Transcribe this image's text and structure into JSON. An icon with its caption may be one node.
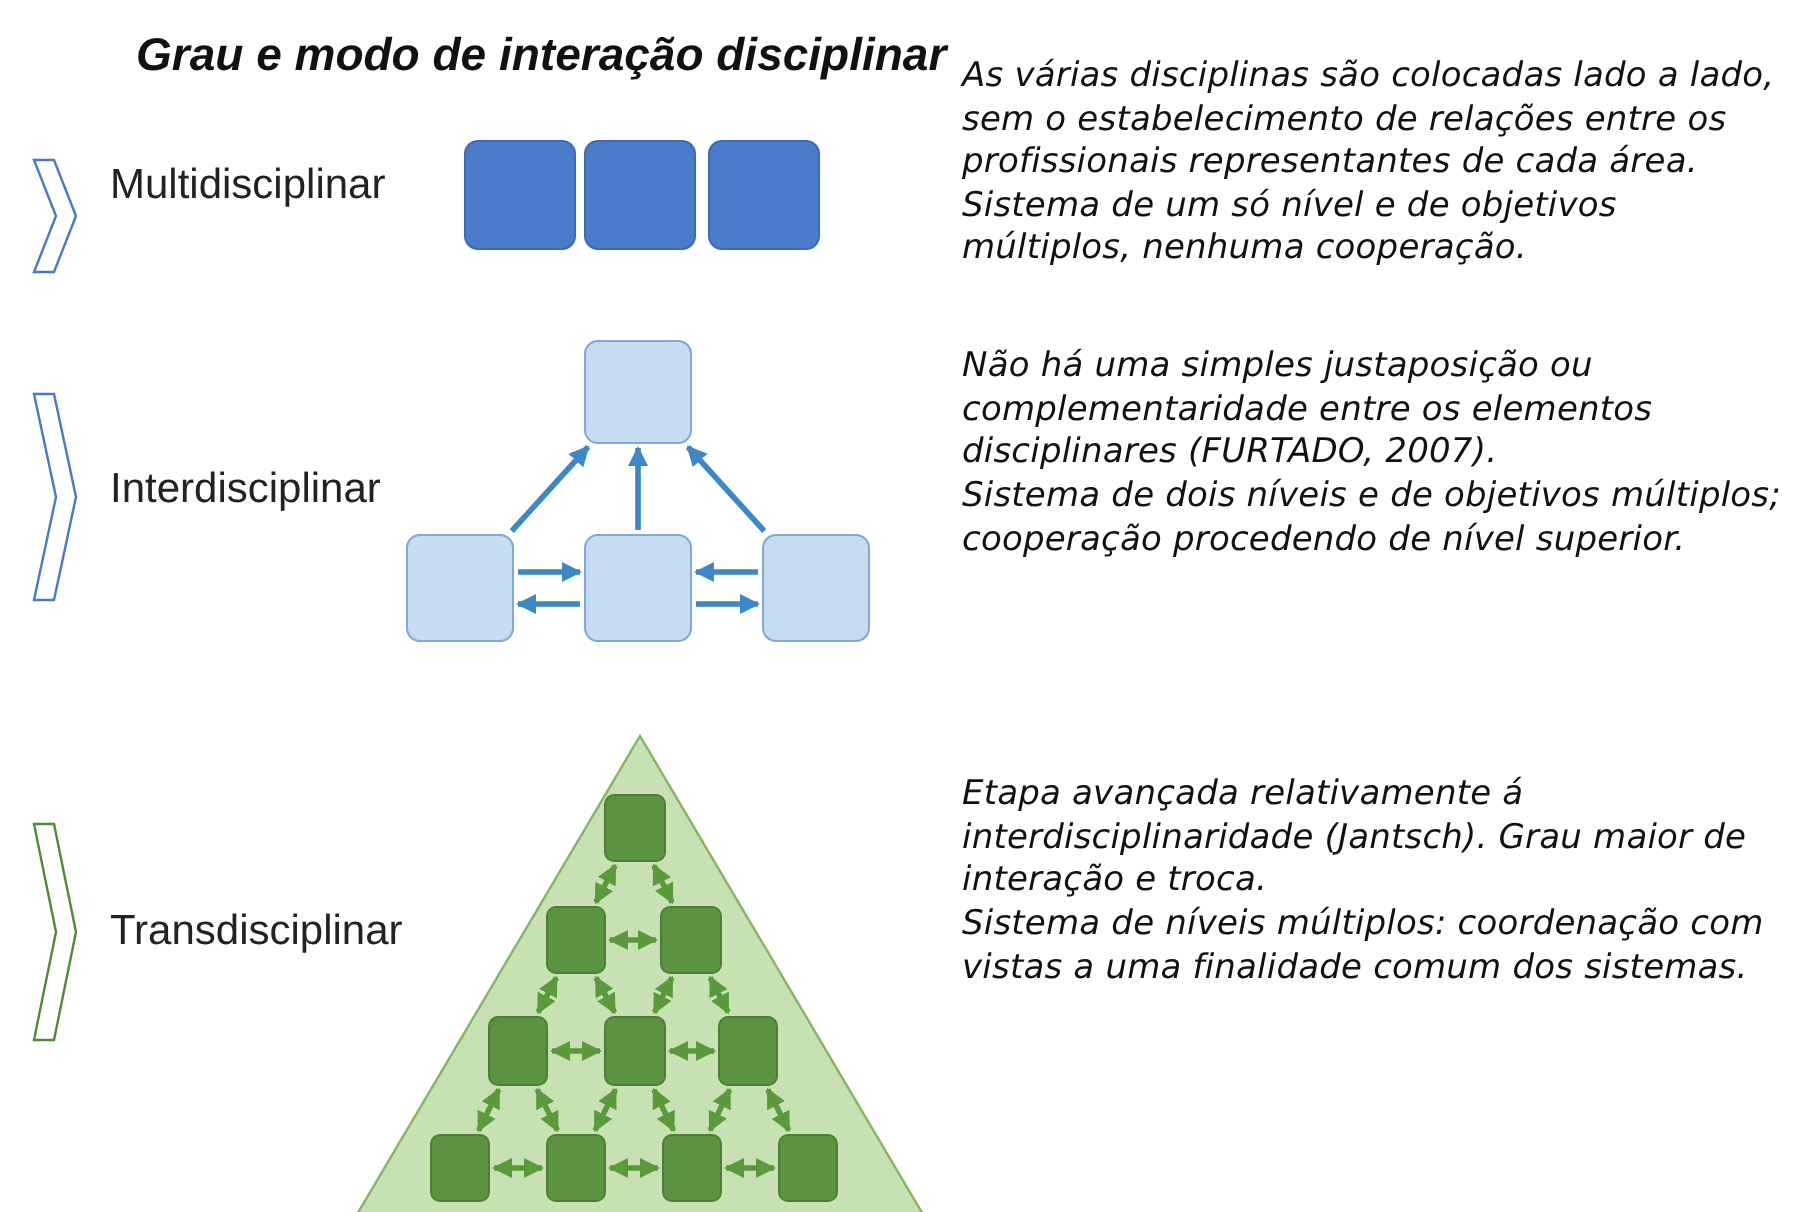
{
  "diagram": {
    "title": "Grau e modo de interação disciplinar",
    "nodes": [
      {
        "text": [],
        "shape": "box"
      },
      {
        "text": [],
        "shape": "box"
      },
      {
        "text": [],
        "shape": "box"
      },
      {
        "text": [],
        "shape": "box"
      },
      {
        "text": [],
        "shape": "box"
      },
      {
        "text": [],
        "shape": "box"
      },
      {
        "text": [],
        "shape": "box"
      },
      {
        "text": [],
        "shape": "triangle"
      },
      {
        "text": [],
        "shape": "box",
        "in": 7
      },
      {
        "text": [],
        "shape": "box",
        "in": 7
      },
      {
        "text": [],
        "shape": "box",
        "in": 7
      },
      {
        "text": [],
        "shape": "box",
        "in": 7
      },
      {
        "text": [],
        "shape": "box",
        "in": 7
      },
      {
        "text": [],
        "shape": "box",
        "in": 7
      },
      {
        "text": [],
        "shape": "box",
        "in": 7
      },
      {
        "text": [],
        "shape": "box",
        "in": 7
      },
      {
        "text": [],
        "shape": "box",
        "in": 7
      },
      {
        "text": [],
        "shape": "box",
        "in": 7
      }
    ],
    "edges": [
      {
        "from": 4,
        "to": 3,
        "arrow": "to",
        "color": "#3b87c8"
      },
      {
        "from": 5,
        "to": 3,
        "arrow": "to",
        "color": "#3b87c8"
      },
      {
        "from": 6,
        "to": 3,
        "arrow": "to",
        "color": "#3b87c8"
      },
      {
        "from": 4,
        "to": 5,
        "arrow": "to",
        "color": "#3b87c8"
      },
      {
        "from": 5,
        "to": 4,
        "arrow": "to",
        "color": "#3b87c8"
      },
      {
        "from": 6,
        "to": 5,
        "arrow": "to",
        "color": "#3b87c8"
      },
      {
        "from": 5,
        "to": 6,
        "arrow": "to",
        "color": "#3b87c8"
      },
      {
        "from": 8,
        "to": 9,
        "arrow": "both"
      },
      {
        "from": 8,
        "to": 10,
        "arrow": "both"
      },
      {
        "from": 9,
        "to": 10,
        "arrow": "both"
      },
      {
        "from": 9,
        "to": 11,
        "arrow": "both"
      },
      {
        "from": 9,
        "to": 12,
        "arrow": "both"
      },
      {
        "from": 10,
        "to": 12,
        "arrow": "both"
      },
      {
        "from": 10,
        "to": 13,
        "arrow": "both"
      },
      {
        "from": 11,
        "to": 12,
        "arrow": "both"
      },
      {
        "from": 12,
        "to": 13,
        "arrow": "both"
      },
      {
        "from": 11,
        "to": 14,
        "arrow": "both"
      },
      {
        "from": 11,
        "to": 15,
        "arrow": "both"
      },
      {
        "from": 12,
        "to": 15,
        "arrow": "both"
      },
      {
        "from": 12,
        "to": 16,
        "arrow": "both"
      },
      {
        "from": 13,
        "to": 16,
        "arrow": "both"
      },
      {
        "from": 13,
        "to": 17,
        "arrow": "both"
      },
      {
        "from": 14,
        "to": 15,
        "arrow": "both"
      },
      {
        "from": 15,
        "to": 16,
        "arrow": "both"
      },
      {
        "from": 16,
        "to": 17,
        "arrow": "both"
      }
    ],
    "labels": [
      "Multidisciplinar",
      "As várias disciplinas são colocadas lado a lado, sem o estabelecimento de relações entre os profissionais representantes de cada área. Sistema de um só nível e de objetivos múltiplos, nenhuma cooperação.",
      "Interdisciplinar",
      "Não há uma simples justaposição ou complementaridade entre os elementos disciplinares (FURTADO, 2007).",
      "Sistema de dois níveis e de objetivos múltiplos; cooperação procedendo de nível superior.",
      "Transdisciplinar",
      "Etapa avançada relativamente á interdisciplinaridade (Jantsch). Grau maior de interação e troca.",
      "Sistema de níveis múltiplos: coordenação com vistas a uma finalidade comum dos sistemas."
    ]
  }
}
